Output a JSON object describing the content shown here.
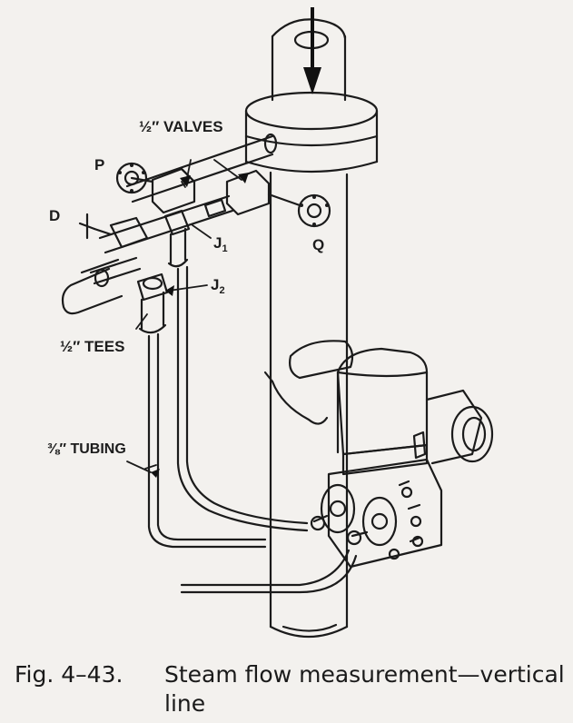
{
  "labels": {
    "valves": "½″ VALVES",
    "p": "P",
    "d": "D",
    "q": "Q",
    "j1_letter": "J",
    "j1_sub": "1",
    "j2_letter": "J",
    "j2_sub": "2",
    "tees": "½″ TEES",
    "tubing": "⅜″ TUBING"
  },
  "caption": {
    "figure_number": "Fig. 4–43.",
    "text_line1": "Steam flow measurement—vertical",
    "text_line2": "line"
  }
}
